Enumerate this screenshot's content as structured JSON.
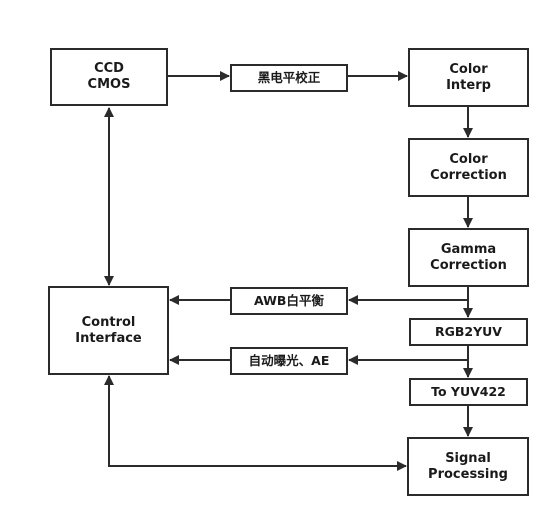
{
  "nodes": {
    "ccd_cmos": {
      "line1": "CCD",
      "line2": "CMOS"
    },
    "black_level": {
      "label": "黑电平校正"
    },
    "color_interp": {
      "line1": "Color",
      "line2": "Interp"
    },
    "color_correction": {
      "line1": "Color",
      "line2": "Correction"
    },
    "gamma_correction": {
      "line1": "Gamma",
      "line2": "Correction"
    },
    "awb": {
      "label": "AWB白平衡"
    },
    "rgb2yuv": {
      "label": "RGB2YUV"
    },
    "control_interface": {
      "line1": "Control",
      "line2": "Interface"
    },
    "ae": {
      "label": "自动曝光、AE"
    },
    "to_yuv422": {
      "label": "To YUV422"
    },
    "signal_processing": {
      "line1": "Signal",
      "line2": "Processing"
    }
  },
  "colors": {
    "stroke": "#2b2b2b",
    "text": "#1a1a1a",
    "background": "#ffffff"
  }
}
